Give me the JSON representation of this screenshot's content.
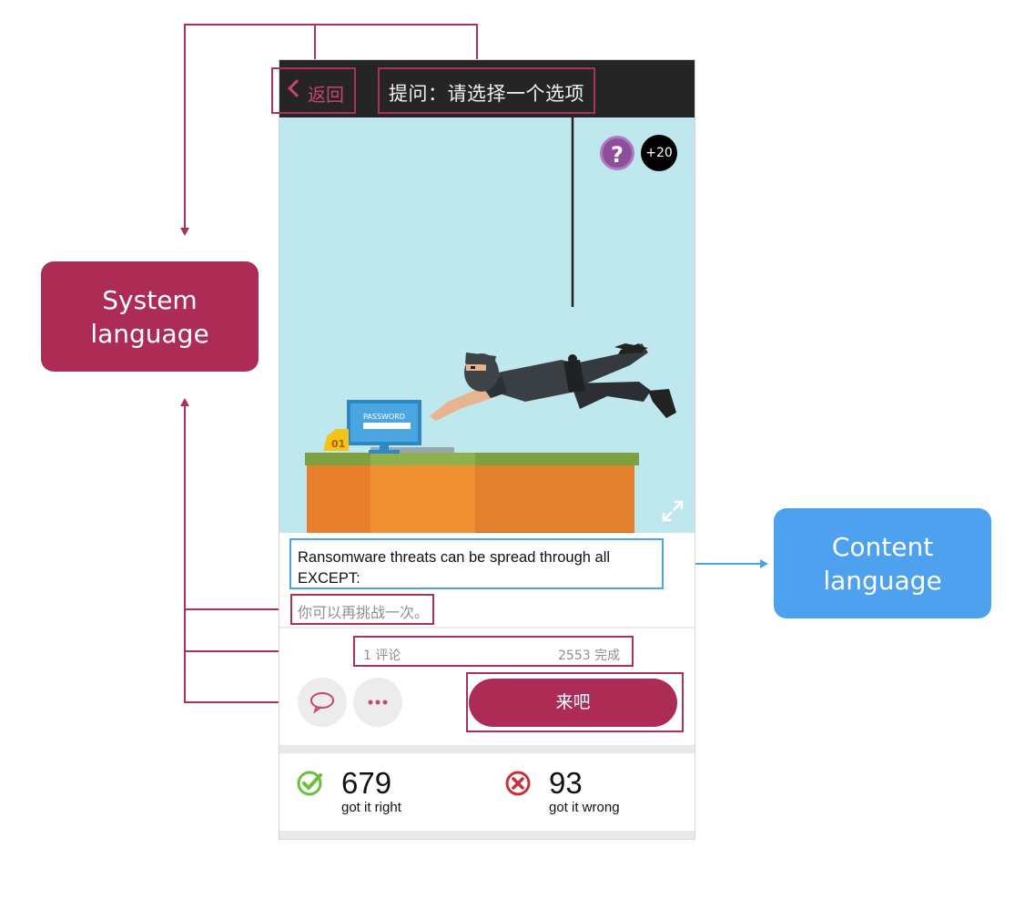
{
  "labels": {
    "system": "System language",
    "content": "Content language"
  },
  "colors": {
    "system": "#ad2c56",
    "content": "#4ea1ee"
  },
  "phone": {
    "back_label": "返回",
    "title": "提问：请选择一个选项",
    "points_badge": "+20",
    "question": "Ransomware threats can be spread through all EXCEPT:",
    "retry": "你可以再挑战一次。",
    "comments": "1 评论",
    "completions": "2553 完成",
    "go_label": "来吧",
    "right_count": "679",
    "right_label": "got it right",
    "wrong_count": "93",
    "wrong_label": "got it wrong",
    "illustration": {
      "monitor_text": "PASSWORD",
      "sign_text": "01"
    }
  }
}
